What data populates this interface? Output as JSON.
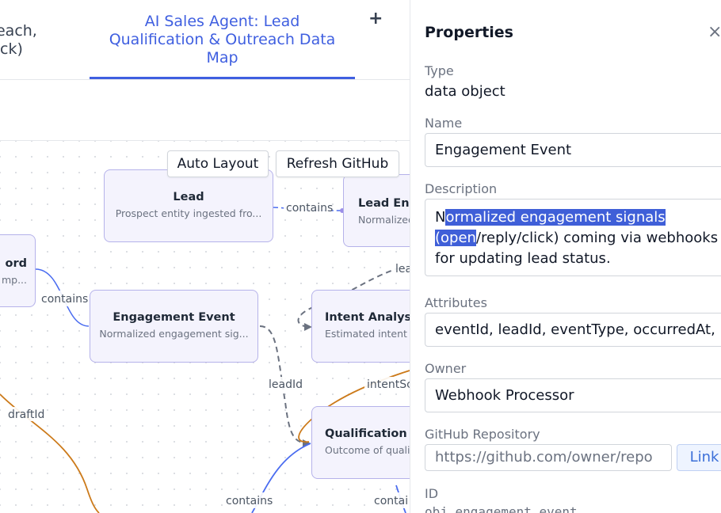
{
  "tabs": {
    "prev_label_line1": "Outreach,",
    "prev_label_line2": "stack)",
    "active_label_line1": "AI Sales Agent: Lead",
    "active_label_line2": "Qualification & Outreach Data",
    "active_label_line3": "Map",
    "add_symbol": "+"
  },
  "canvas": {
    "auto_layout_label": "Auto Layout",
    "refresh_github_label": "Refresh GitHub",
    "nodes": [
      {
        "title": "Lead",
        "desc": "Prospect entity ingested fro..."
      },
      {
        "title": "Lead Enri",
        "desc": "Normalized"
      },
      {
        "title": "ord",
        "desc": "mp..."
      },
      {
        "title": "Engagement Event",
        "desc": "Normalized engagement sig..."
      },
      {
        "title": "Intent Analys",
        "desc": "Estimated intent si"
      },
      {
        "title": "Qualification",
        "desc": "Outcome of qualif"
      }
    ],
    "edge_labels": {
      "lead_contains": "contains",
      "lead_short": "lea",
      "record_contains": "contains",
      "leadid": "leadId",
      "intent_score": "intentSc",
      "draftid": "draftId",
      "bottom_contains": "contains",
      "bottom_contains_right": "contai"
    },
    "colors": {
      "edge_blue": "#4a6cf0",
      "edge_orange": "#cc7a1a",
      "edge_gray": "#6b7280"
    }
  },
  "panel": {
    "title": "Properties",
    "close_symbol": "×",
    "type_label": "Type",
    "type_value": "data object",
    "name_label": "Name",
    "name_value": "Engagement Event",
    "description_label": "Description",
    "description_pre": "N",
    "description_selected_1": "ormalized engagement signals ",
    "description_selected_2": "(open",
    "description_post_line2": "/reply/click) coming via webhooks",
    "description_line3": "for updating lead status.",
    "attributes_label": "Attributes",
    "attributes_value": "eventId, leadId, eventType, occurredAt, p",
    "owner_label": "Owner",
    "owner_value": "Webhook Processor",
    "github_label": "GitHub Repository",
    "github_placeholder": "https://github.com/owner/repo",
    "link_label": "Link",
    "id_label": "ID",
    "id_value": "obj_engagement_event"
  }
}
